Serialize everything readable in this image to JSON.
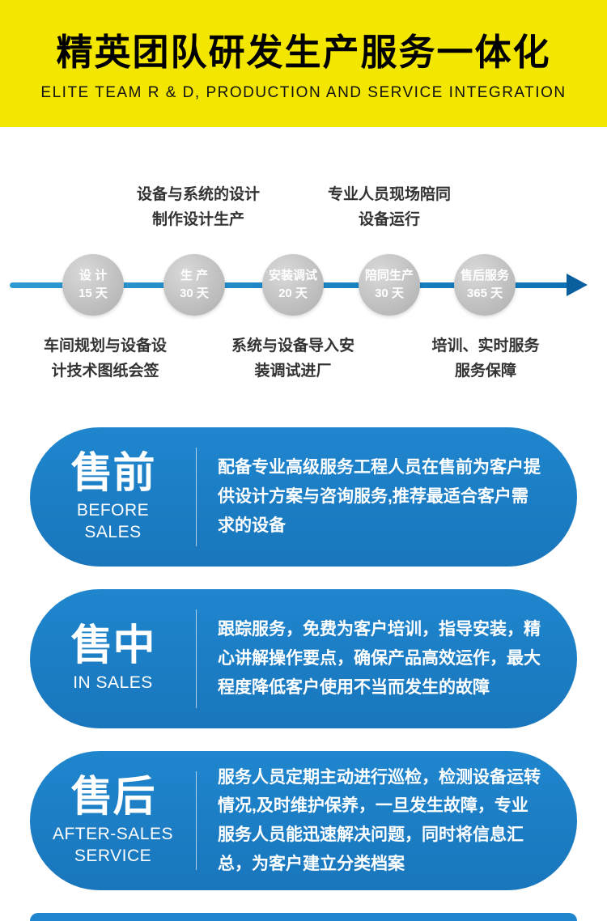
{
  "colors": {
    "banner_yellow": "#F3E600",
    "card_blue": "#1C80C8",
    "arrow_blue": "#0F72B4",
    "node_gray": "#b5b5b5"
  },
  "header": {
    "title": "精英团队研发生产服务一体化",
    "subtitle": "ELITE TEAM R & D, PRODUCTION AND SERVICE INTEGRATION"
  },
  "timeline": {
    "nodes": [
      {
        "name": "设 计",
        "duration": "15 天"
      },
      {
        "name": "生 产",
        "duration": "30 天"
      },
      {
        "name": "安装调试",
        "duration": "20 天"
      },
      {
        "name": "陪同生产",
        "duration": "30 天"
      },
      {
        "name": "售后服务",
        "duration": "365 天"
      }
    ],
    "annotations_top": [
      {
        "line1": "设备与系统的设计",
        "line2": "制作设计生产"
      },
      {
        "line1": "专业人员现场陪同",
        "line2": "设备运行"
      }
    ],
    "annotations_bottom": [
      {
        "line1": "车间规划与设备设",
        "line2": "计技术图纸会签"
      },
      {
        "line1": "系统与设备导入安",
        "line2": "装调试进厂"
      },
      {
        "line1": "培训、实时服务",
        "line2": "服务保障"
      }
    ]
  },
  "cards": [
    {
      "title": "售前",
      "subtitle_line1": "BEFORE",
      "subtitle_line2": "SALES",
      "description": "配备专业高级服务工程人员在售前为客户提供设计方案与咨询服务,推荐最适合客户需求的设备"
    },
    {
      "title": "售中",
      "subtitle_line1": "IN SALES",
      "subtitle_line2": "",
      "description": "跟踪服务，免费为客户培训，指导安装，精心讲解操作要点，确保产品高效运作，最大程度降低客户使用不当而发生的故障"
    },
    {
      "title": "售后",
      "subtitle_line1": "AFTER-SALES",
      "subtitle_line2": "SERVICE",
      "description": "服务人员定期主动进行巡检，检测设备运转情况,及时维护保养，一旦发生故障，专业服务人员能迅速解决问题，同时将信息汇总，为客户建立分类档案"
    }
  ]
}
